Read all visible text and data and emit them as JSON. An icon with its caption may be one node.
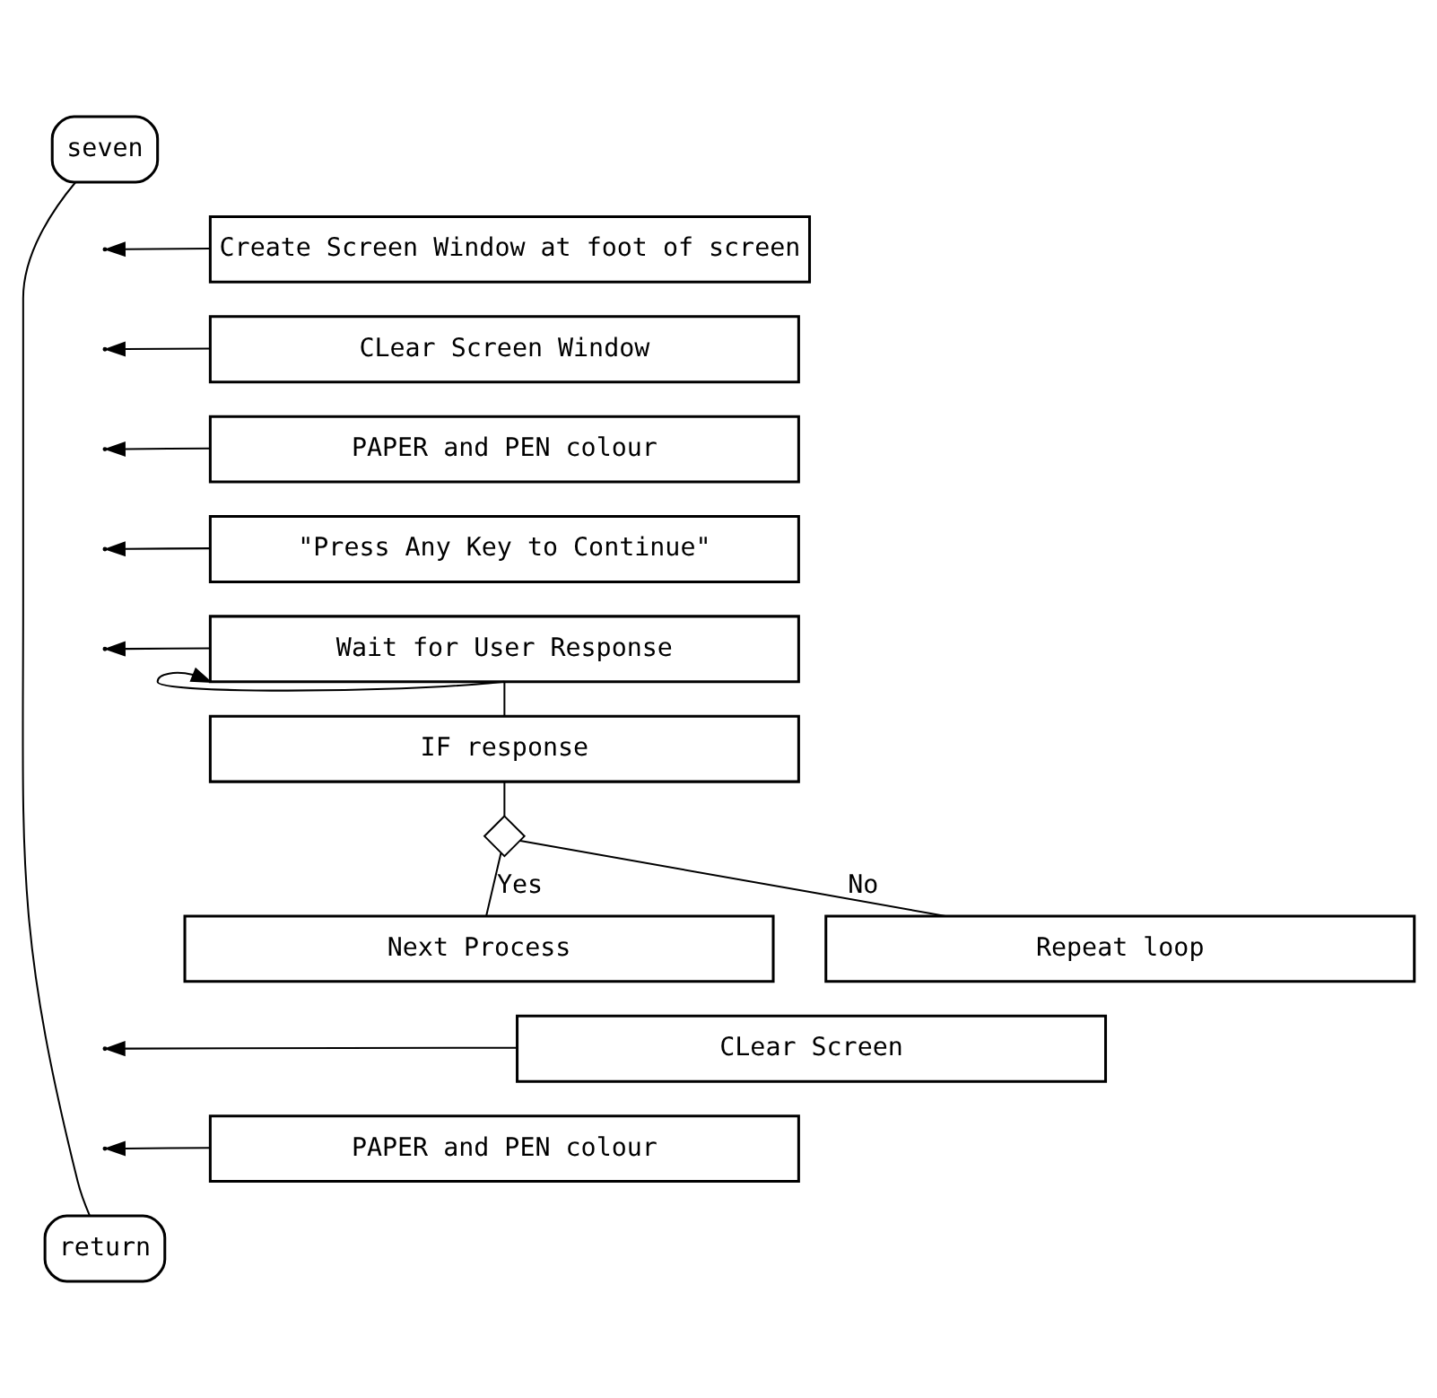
{
  "diagram": {
    "nodes": [
      {
        "text": [
          "seven"
        ]
      },
      {
        "text": [
          "Create Screen Window at foot of screen"
        ]
      },
      {
        "text": [
          "CLear Screen Window"
        ]
      },
      {
        "text": [
          "PAPER and PEN colour"
        ]
      },
      {
        "text": [
          "\"Press Any Key to Continue\""
        ]
      },
      {
        "text": [
          "Wait for User Response"
        ]
      },
      {
        "text": [
          "IF response"
        ]
      },
      {
        "text": [],
        "shape": "diamond"
      },
      {
        "text": [
          "Next Process"
        ]
      },
      {
        "text": [
          "Repeat loop"
        ]
      },
      {
        "text": [
          "CLear Screen"
        ]
      },
      {
        "text": [
          "PAPER and PEN colour"
        ]
      },
      {
        "text": [
          "return"
        ]
      }
    ],
    "edges": [
      {
        "from": 0,
        "to": 12,
        "arrow": "none"
      },
      {
        "from": 1,
        "to": null,
        "arrow": "to"
      },
      {
        "from": 2,
        "to": null,
        "arrow": "to"
      },
      {
        "from": 3,
        "to": null,
        "arrow": "to"
      },
      {
        "from": 4,
        "to": null,
        "arrow": "to"
      },
      {
        "from": 5,
        "to": null,
        "arrow": "to"
      },
      {
        "from": 5,
        "to": 6,
        "arrow": "none"
      },
      {
        "from": 5,
        "to": 5,
        "arrow": "to"
      },
      {
        "from": 6,
        "to": 7,
        "arrow": "none"
      },
      {
        "from": 7,
        "to": 8,
        "label": "Yes",
        "arrow": "none"
      },
      {
        "from": 7,
        "to": 9,
        "label": "No",
        "arrow": "none"
      },
      {
        "from": 10,
        "to": null,
        "arrow": "to"
      },
      {
        "from": 11,
        "to": null,
        "arrow": "to"
      }
    ]
  }
}
